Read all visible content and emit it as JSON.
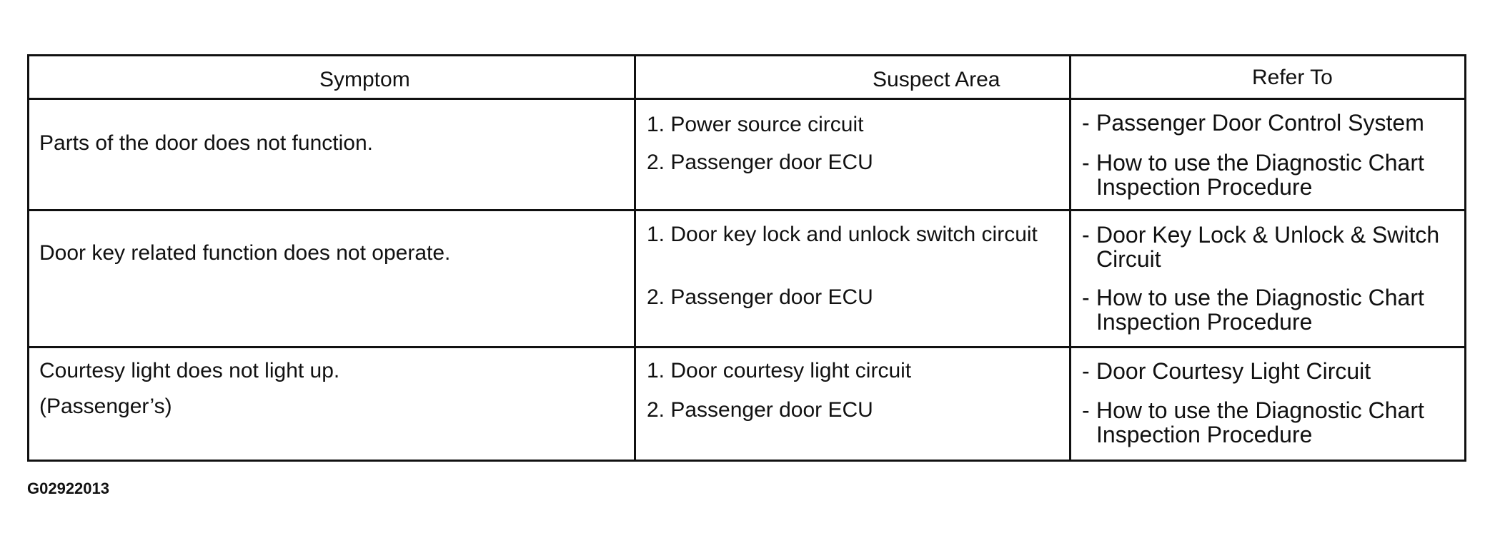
{
  "table": {
    "headers": {
      "symptom": "Symptom",
      "suspect_area": "Suspect Area",
      "refer_to": "Refer To"
    },
    "rows": [
      {
        "symptom": [
          "Parts of the door does not function."
        ],
        "suspect": [
          "1. Power source circuit",
          "2. Passenger door ECU"
        ],
        "refer": [
          {
            "dash": "-",
            "lines": [
              "Passenger Door Control System"
            ]
          },
          {
            "dash": "-",
            "lines": [
              "How to use the Diagnostic Chart",
              "Inspection Procedure"
            ]
          }
        ]
      },
      {
        "symptom": [
          "Door key related function does not operate."
        ],
        "suspect": [
          "1. Door key lock and unlock switch circuit",
          "2. Passenger door ECU"
        ],
        "refer": [
          {
            "dash": "-",
            "lines": [
              "Door Key Lock & Unlock & Switch",
              "Circuit"
            ]
          },
          {
            "dash": "-",
            "lines": [
              "How to use the Diagnostic Chart",
              "Inspection Procedure"
            ]
          }
        ]
      },
      {
        "symptom": [
          "Courtesy light does not light up.",
          "(Passenger’s)"
        ],
        "suspect": [
          "1. Door courtesy light circuit",
          "2. Passenger door ECU"
        ],
        "refer": [
          {
            "dash": "-",
            "lines": [
              "Door Courtesy Light Circuit"
            ]
          },
          {
            "dash": "-",
            "lines": [
              "How to use the Diagnostic Chart",
              "Inspection Procedure"
            ]
          }
        ]
      }
    ]
  },
  "figure_id": "G02922013"
}
